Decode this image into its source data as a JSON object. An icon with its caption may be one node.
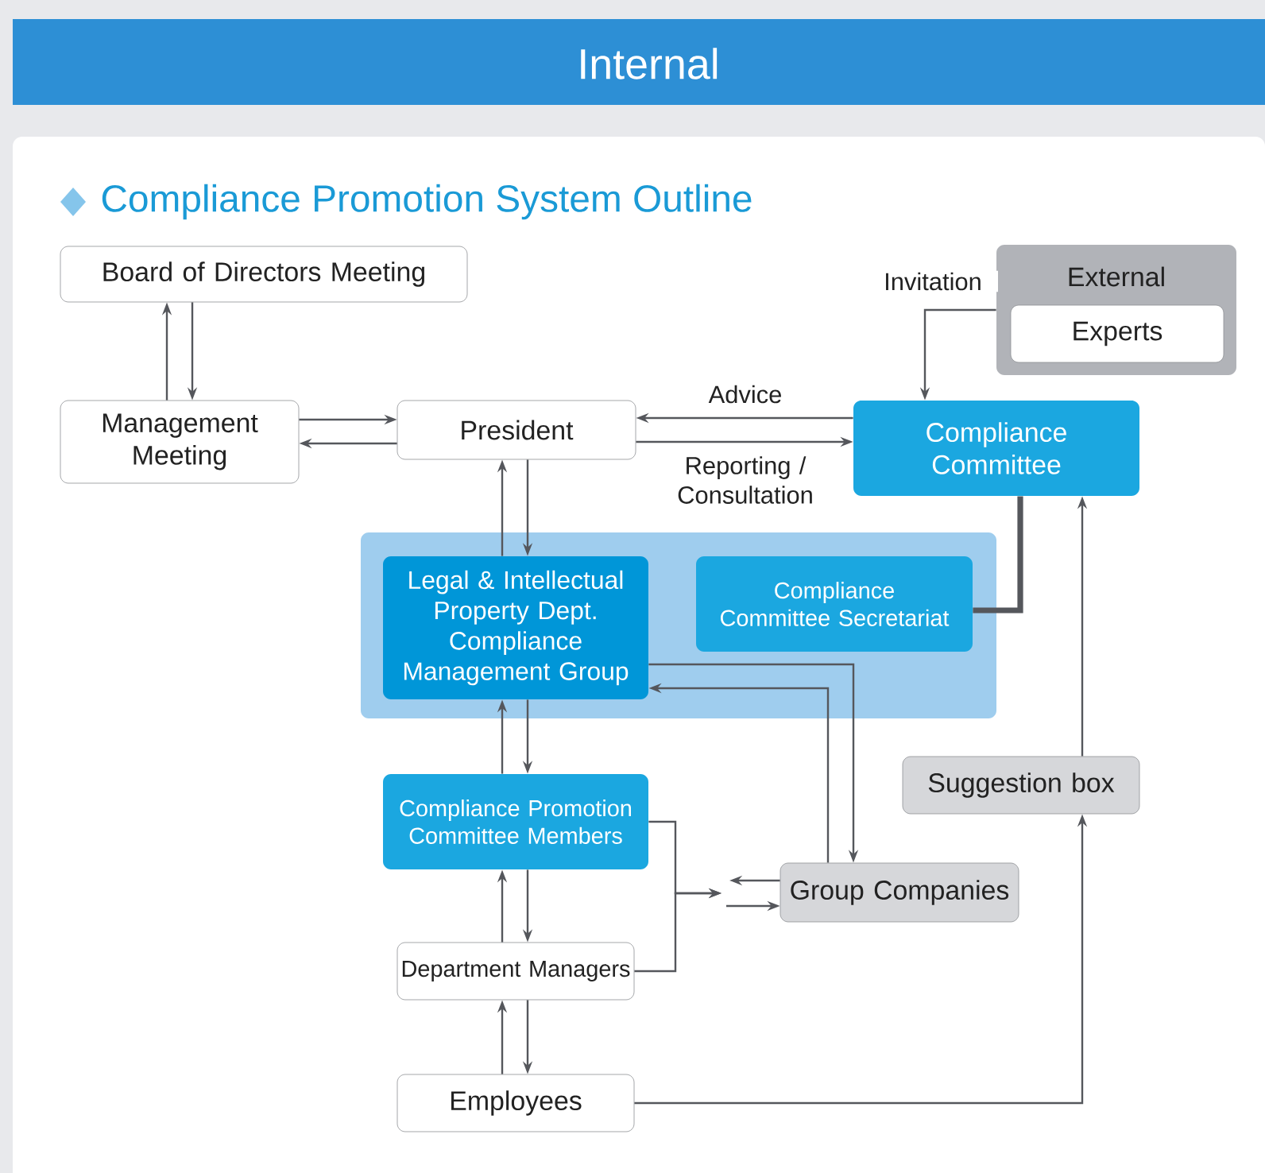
{
  "diagram": {
    "title": "Compliance Promotion System Outline",
    "nodes": [
      {
        "text": [
          "Board of Directors Meeting"
        ]
      },
      {
        "text": [
          "Management Meeting"
        ]
      },
      {
        "text": [
          "President"
        ]
      },
      {
        "text": [
          "External"
        ]
      },
      {
        "text": [
          "Experts"
        ],
        "in": 3
      },
      {
        "text": [
          "Compliance Committee"
        ]
      },
      {
        "text": [],
        "shape": "box"
      },
      {
        "text": [
          "Legal & Intellectual Property Dept. Compliance Management Group"
        ],
        "in": 6
      },
      {
        "text": [
          "Compliance Committee Secretariat"
        ],
        "in": 6
      },
      {
        "text": [
          "Compliance Promotion Committee Members"
        ]
      },
      {
        "text": [
          "Suggestion box"
        ]
      },
      {
        "text": [
          "Group Companies"
        ]
      },
      {
        "text": [
          "Department Managers"
        ]
      },
      {
        "text": [
          "Employees"
        ]
      }
    ],
    "edges": [
      {
        "from": 1,
        "to": 0,
        "arrow": "to"
      },
      {
        "from": 0,
        "to": 1,
        "arrow": "to"
      },
      {
        "from": 1,
        "to": 2,
        "arrow": "to"
      },
      {
        "from": 2,
        "to": 1,
        "arrow": "to"
      },
      {
        "from": 5,
        "to": 2,
        "arrow": "to",
        "label": "Advice"
      },
      {
        "from": 2,
        "to": 5,
        "arrow": "to",
        "label": "Reporting / Consultation"
      },
      {
        "from": 3,
        "to": 5,
        "arrow": "to",
        "label": "Invitation"
      },
      {
        "from": 5,
        "to": 8,
        "arrow": "none",
        "style": "thick"
      },
      {
        "from": 7,
        "to": 2,
        "arrow": "to"
      },
      {
        "from": 2,
        "to": 7,
        "arrow": "to"
      },
      {
        "from": 9,
        "to": 7,
        "arrow": "to"
      },
      {
        "from": 7,
        "to": 9,
        "arrow": "to"
      },
      {
        "from": 12,
        "to": 9,
        "arrow": "to"
      },
      {
        "from": 9,
        "to": 12,
        "arrow": "to"
      },
      {
        "from": 13,
        "to": 12,
        "arrow": "to"
      },
      {
        "from": 12,
        "to": 13,
        "arrow": "to"
      },
      {
        "from": 13,
        "to": 10,
        "arrow": "to"
      },
      {
        "from": 10,
        "to": 5,
        "arrow": "to"
      },
      {
        "from": 7,
        "to": 11,
        "arrow": "to"
      },
      {
        "from": 11,
        "to": 7,
        "arrow": "to"
      },
      {
        "from": 9,
        "to": null,
        "arrow": "to"
      },
      {
        "from": 12,
        "to": null,
        "arrow": "to"
      },
      {
        "from": 11,
        "to": null,
        "arrow": "to"
      },
      {
        "from": null,
        "to": 11,
        "arrow": "to"
      }
    ],
    "labels": [
      "Internal"
    ]
  }
}
